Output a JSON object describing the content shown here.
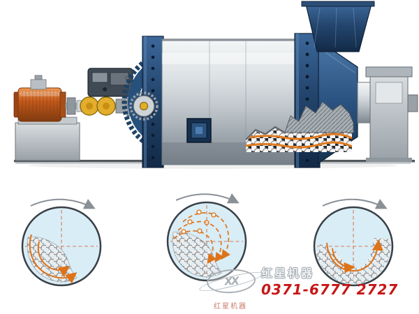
{
  "watermark": {
    "logo_text": "XX",
    "company_name": "红星机器",
    "company_sub": "红星机器",
    "phone": "0371-6777 2727"
  },
  "colors": {
    "navy": "#23456d",
    "navy_light": "#3c689a",
    "steel_light": "#dde2e5",
    "steel_dark": "#7e878e",
    "motor_orange": "#c2591c",
    "accent_orange": "#dd7318",
    "circle_fill": "#d9edf6",
    "ball_fill": "#ececec",
    "phone_red": "#c81616"
  }
}
